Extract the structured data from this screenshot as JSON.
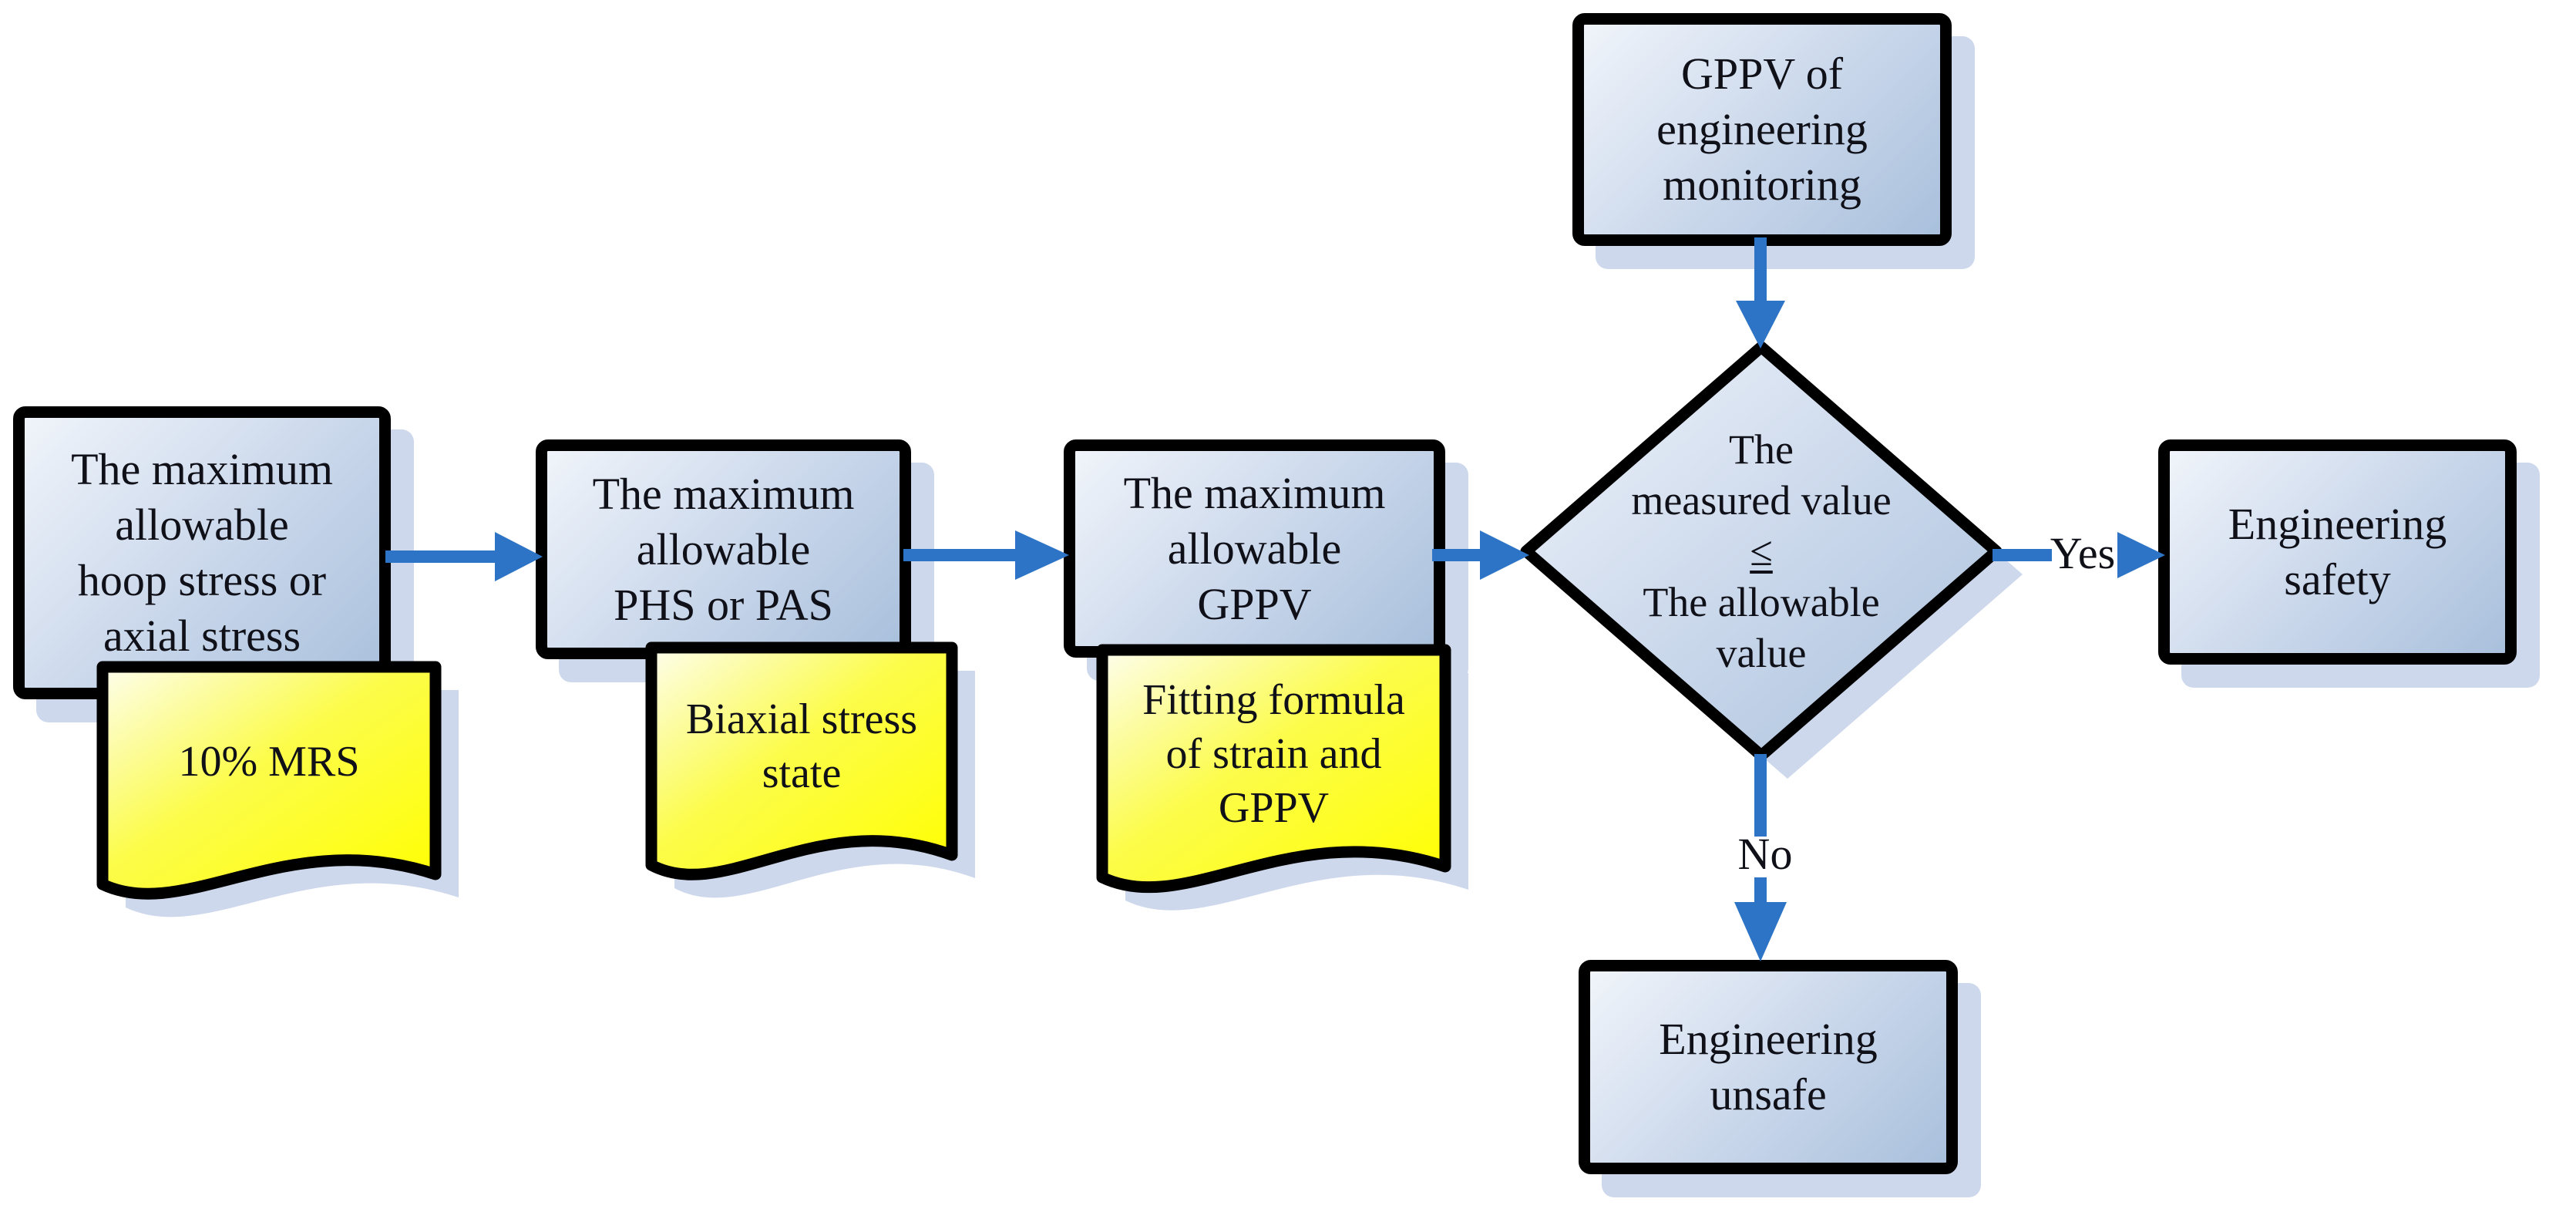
{
  "fc": {
    "diagram_type": "flowchart",
    "nodes": {
      "hoop": {
        "lines": [
          "The maximum",
          "allowable",
          "hoop stress or",
          "axial stress"
        ]
      },
      "mrs": {
        "lines": [
          "10% MRS"
        ]
      },
      "phs": {
        "lines": [
          "The maximum",
          "allowable",
          "PHS or PAS"
        ]
      },
      "biaxial": {
        "lines": [
          "Biaxial stress",
          "state"
        ]
      },
      "gppv": {
        "lines": [
          "The maximum",
          "allowable",
          "GPPV"
        ]
      },
      "fitting": {
        "lines": [
          "Fitting formula",
          "of strain and",
          "GPPV"
        ]
      },
      "monitoring": {
        "lines": [
          "GPPV of",
          "engineering",
          "monitoring"
        ]
      },
      "decision": {
        "lines": [
          "The",
          "measured value",
          "≤",
          "The allowable",
          "value"
        ]
      },
      "safety": {
        "lines": [
          "Engineering",
          "safety"
        ]
      },
      "unsafe": {
        "lines": [
          "Engineering",
          "unsafe"
        ]
      }
    },
    "edge_labels": {
      "yes": "Yes",
      "no": "No"
    },
    "colors": {
      "arrow": "#2d74c7",
      "shadow": "#cdd8ec",
      "box_border": "#000000",
      "text": "#101018",
      "box_fill_light": "#f0f4fa",
      "box_fill_dark": "#a9c0dc",
      "note_fill_light": "#fdfdee",
      "note_fill_dark": "#ffff00"
    }
  }
}
